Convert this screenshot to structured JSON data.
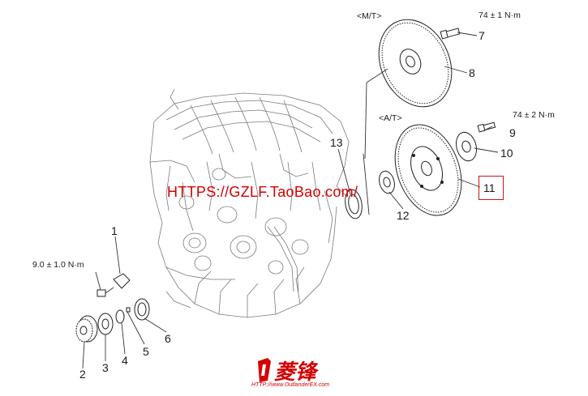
{
  "diagram": {
    "variants": {
      "manual": "<M/T>",
      "automatic": "<A/T>"
    },
    "torque_specs": {
      "bolt_7": "74 ± 1 N·m",
      "bolt_9": "74 ± 2 N·m",
      "bolt_1": "9.0 ± 1.0 N·m"
    },
    "callouts": [
      {
        "id": "c1",
        "label": "1"
      },
      {
        "id": "c2",
        "label": "2"
      },
      {
        "id": "c3",
        "label": "3"
      },
      {
        "id": "c4",
        "label": "4"
      },
      {
        "id": "c5",
        "label": "5"
      },
      {
        "id": "c6",
        "label": "6"
      },
      {
        "id": "c7",
        "label": "7"
      },
      {
        "id": "c8",
        "label": "8"
      },
      {
        "id": "c9",
        "label": "9"
      },
      {
        "id": "c10",
        "label": "10"
      },
      {
        "id": "c11",
        "label": "11"
      },
      {
        "id": "c12",
        "label": "12"
      },
      {
        "id": "c13",
        "label": "13"
      }
    ],
    "highlighted_callout": "11",
    "highlight_color": "#c81414"
  },
  "watermark": {
    "text": "HTTPS://GZLF.TaoBao.com/",
    "color": "#d40000"
  },
  "brand": {
    "logo_text": "菱锋",
    "url": "HTTP://www.OutlanderEX.com",
    "color": "#d40000"
  }
}
